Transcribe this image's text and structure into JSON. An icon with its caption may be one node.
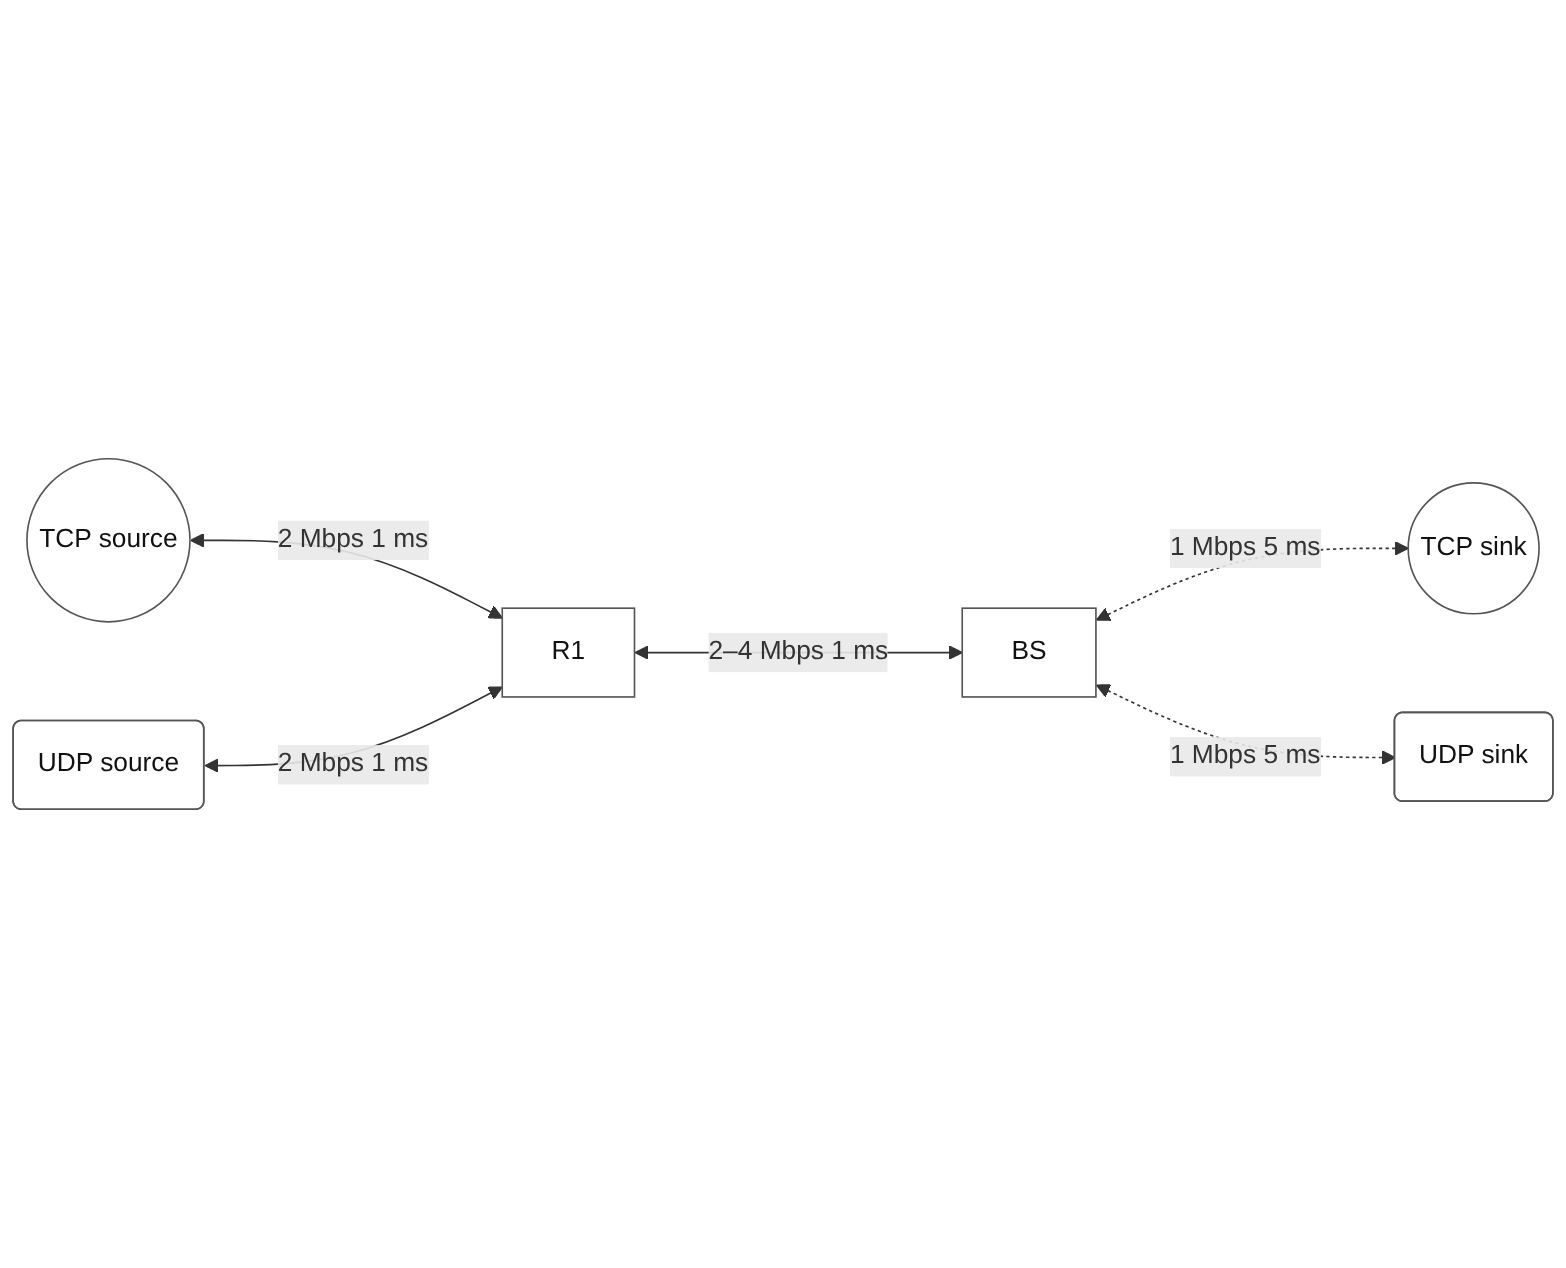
{
  "diagram": {
    "nodes": [
      {
        "text": [
          "TCP source"
        ]
      },
      {
        "text": [
          "TCP sink"
        ]
      },
      {
        "text": [
          "R1"
        ]
      },
      {
        "text": [
          "BS"
        ]
      },
      {
        "text": [
          "UDP source"
        ]
      },
      {
        "text": [
          "UDP sink"
        ]
      }
    ],
    "edges": [
      {
        "from": 0,
        "to": 2,
        "arrow": "both",
        "label": "2 Mbps 1 ms"
      },
      {
        "from": 3,
        "to": 1,
        "arrow": "both",
        "label": "1 Mbps 5 ms",
        "style": "dashed"
      },
      {
        "from": 2,
        "to": 3,
        "arrow": "both",
        "label": "2–4 Mbps 1 ms"
      },
      {
        "from": 4,
        "to": 2,
        "arrow": "both",
        "label": "2 Mbps 1 ms"
      },
      {
        "from": 3,
        "to": 5,
        "arrow": "both",
        "label": "1 Mbps 5 ms",
        "style": "dashed"
      }
    ]
  }
}
